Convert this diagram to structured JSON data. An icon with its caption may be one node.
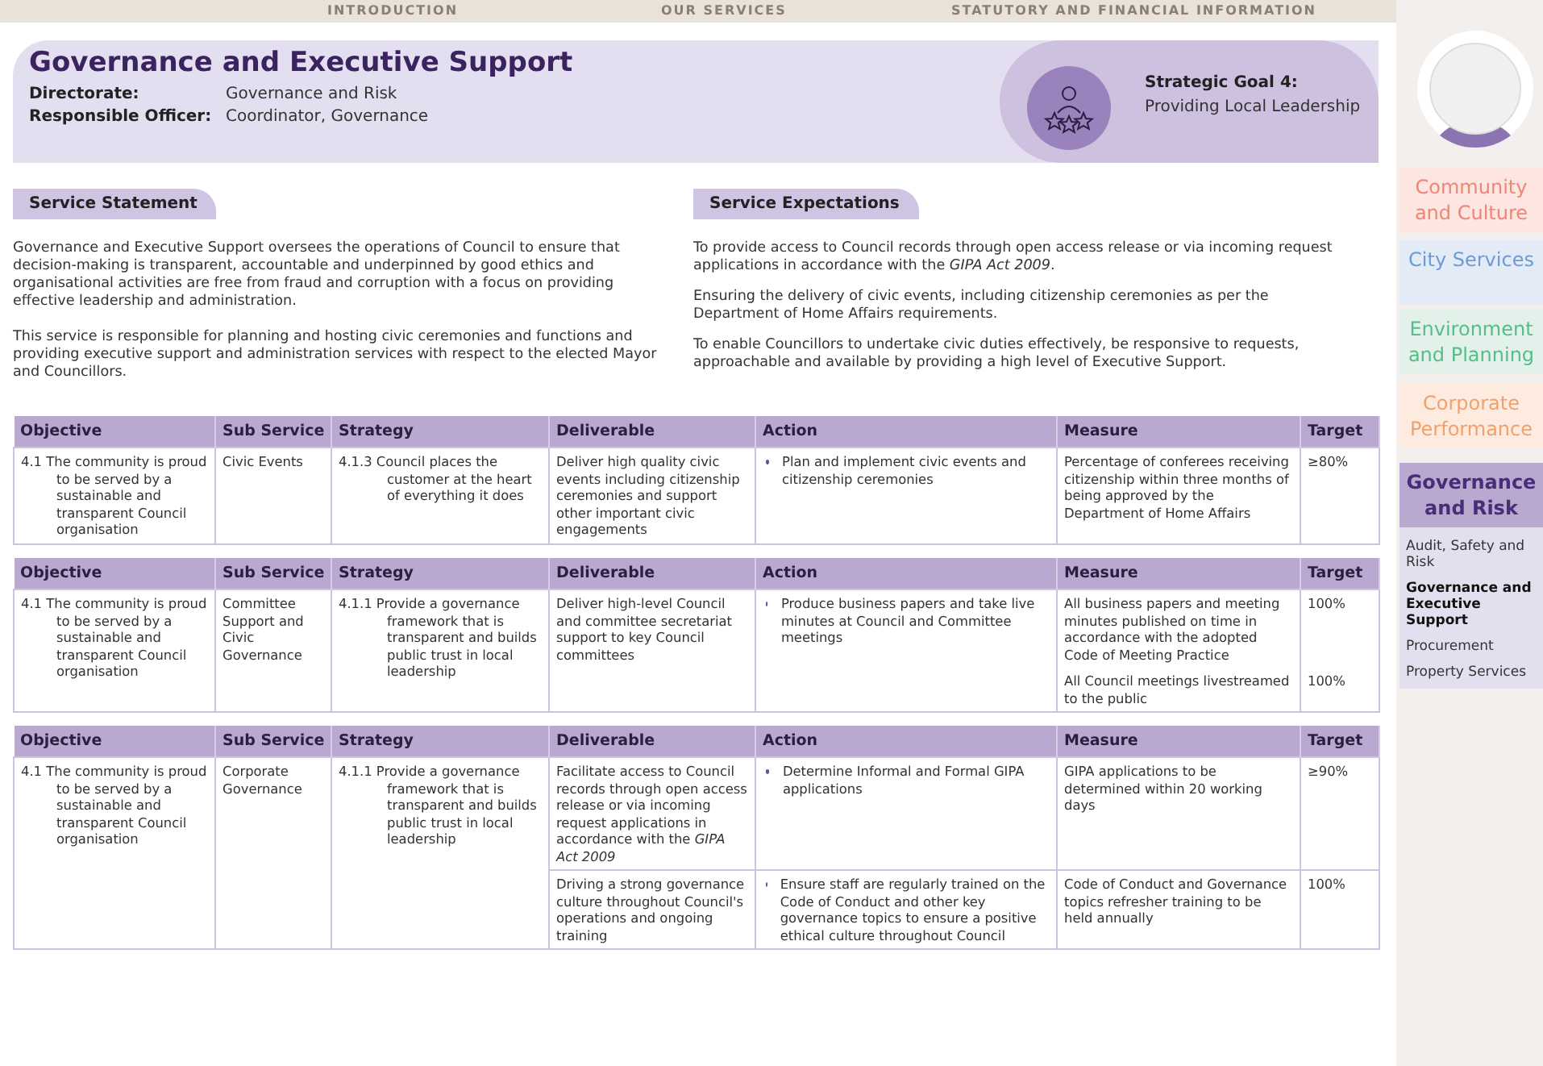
{
  "diagram": {
    "title": "Governance and Executive Support",
    "nodes": [
      {
        "text": [
          "Service Statement"
        ]
      },
      {
        "text": [
          "Service Expectations"
        ]
      },
      {
        "text": [
          "Community and Culture"
        ]
      },
      {
        "text": [
          "City Services"
        ]
      },
      {
        "text": [
          "Environment and Planning"
        ]
      },
      {
        "text": [
          "Corporate Performance"
        ]
      },
      {
        "text": [
          "Governance and Risk"
        ]
      }
    ],
    "labels": [
      "INTRODUCTION",
      "OUR SERVICES",
      "STATUTORY AND FINANCIAL INFORMATION",
      "Directorate:",
      "Governance and Risk",
      "Responsible Officer:",
      "Coordinator, Governance",
      "Strategic Goal 4:",
      "Providing Local Leadership",
      "Governance and Executive Support oversees the operations of Council to ensure that decision-making is transparent, accountable and underpinned by good ethics and organisational activities are free from fraud and corruption with a focus on providing effective leadership and administration.",
      "This service is responsible for planning and hosting civic ceremonies and functions and providing executive support and administration services with respect to the elected Mayor and Councillors.",
      "To provide access to Council records through open access release or via incoming request applications in accordance with the *GIPA Act 2009*.",
      "Ensuring the delivery of civic events, including citizenship ceremonies as per the Department of Home Affairs requirements.",
      "To enable Councillors to undertake civic duties effectively, be responsive to requests, approachable and available by providing a high level of Executive Support.",
      "Objective",
      "Sub Service",
      "Strategy",
      "Deliverable",
      "Action",
      "Measure",
      "Target",
      "4.1 The community is proud to be served by a sustainable and transparent Council organisation",
      "Civic Events",
      "4.1.3 Council places the customer at the heart of everything it does",
      "Deliver high quality civic events including citizenship ceremonies and support other important civic engagements",
      "Plan and implement civic events and citizenship ceremonies",
      "Percentage of conferees receiving citizenship within three months of being approved by the Department of Home Affairs",
      "≥80%",
      "Objective",
      "Sub Service",
      "Strategy",
      "Deliverable",
      "Action",
      "Measure",
      "Target",
      "4.1 The community is proud to be served by a sustainable and transparent Council organisation",
      "Committee Support and Civic Governance",
      "4.1.1 Provide a governance framework that is transparent and builds public trust in local leadership",
      "Deliver high-level Council and committee secretariat support to key Council committees",
      "Produce business papers and take live minutes at Council and Committee meetings",
      "All business papers and meeting minutes published on time in accordance with the adopted Code of Meeting Practice",
      "100%",
      "All Council meetings livestreamed to the public",
      "100%",
      "Objective",
      "Sub Service",
      "Strategy",
      "Deliverable",
      "Action",
      "Measure",
      "Target",
      "4.1 The community is proud to be served by a sustainable and transparent Council organisation",
      "Corporate Governance",
      "4.1.1 Provide a governance framework that is transparent and builds public trust in local leadership",
      "Facilitate access to Council records through open access release or via incoming request applications in accordance with the *GIPA Act 2009*",
      "Determine Informal and Formal GIPA applications",
      "GIPA applications to be determined within 20 working days",
      "≥90%",
      "Driving a strong governance culture throughout Council's operations and ongoing training",
      "Ensure staff are regularly trained on the Code of Conduct and other key governance topics to ensure a positive ethical culture throughout Council",
      "Code of Conduct and Governance topics refresher training to be held annually",
      "100%",
      "Audit, Safety and Risk",
      "Governance and Executive Support",
      "Procurement",
      "Property Services"
    ]
  }
}
